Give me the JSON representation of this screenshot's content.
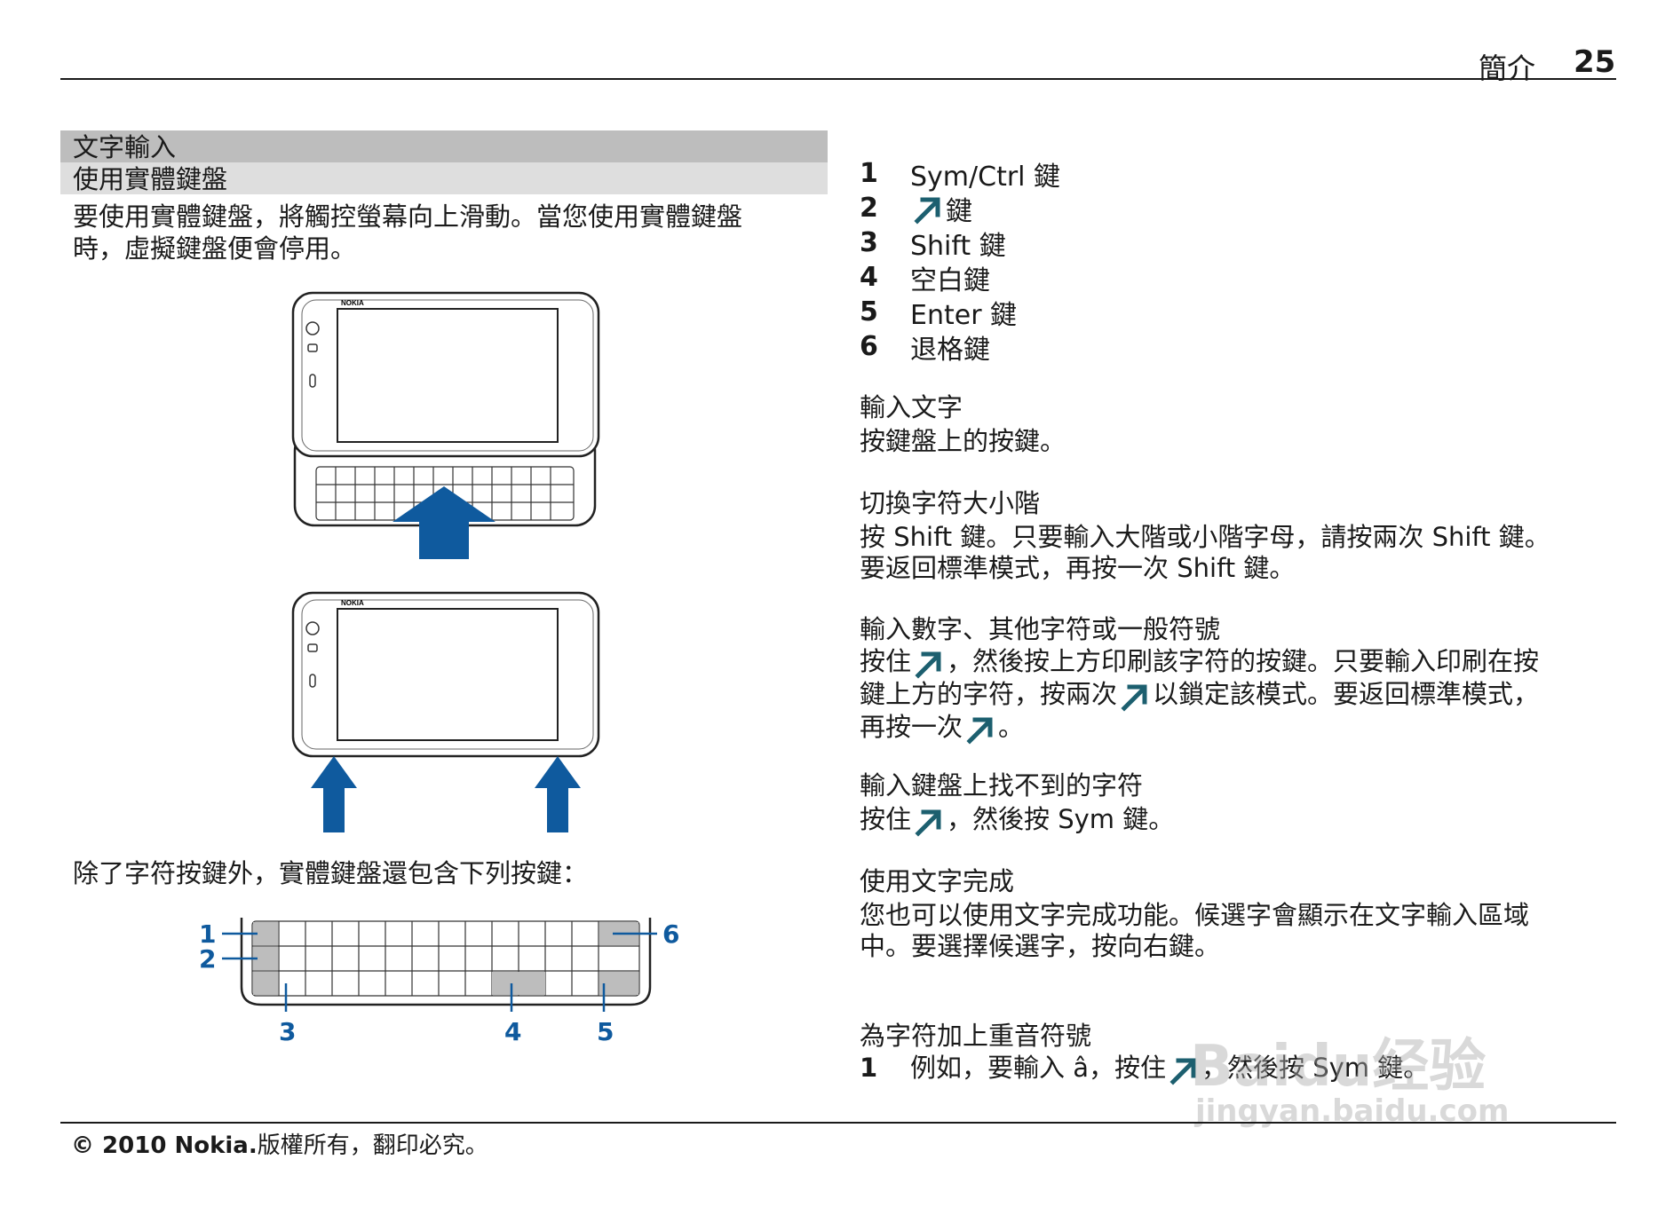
{
  "header": {
    "section": "簡介",
    "page_number": "25"
  },
  "left": {
    "section_heading": "文字輸入",
    "subheading": "使用實體鍵盤",
    "intro_line1": "要使用實體鍵盤，將觸控螢幕向上滑動。當您使用實體鍵盤",
    "intro_line2": "時，虛擬鍵盤便會停用。",
    "keyboard_intro": "除了字符按鍵外，實體鍵盤還包含下列按鍵：",
    "device_brand": "NOKIA",
    "callouts": [
      "1",
      "2",
      "3",
      "4",
      "5",
      "6"
    ]
  },
  "keys": [
    {
      "num": "1",
      "label": "Sym/Ctrl 鍵"
    },
    {
      "num": "2",
      "label": "鍵",
      "icon": "function-arrow-icon"
    },
    {
      "num": "3",
      "label": "Shift 鍵"
    },
    {
      "num": "4",
      "label": "空白鍵"
    },
    {
      "num": "5",
      "label": "Enter 鍵"
    },
    {
      "num": "6",
      "label": "退格鍵"
    }
  ],
  "sections": {
    "enter_text": {
      "title": "輸入文字",
      "body": "按鍵盤上的按鍵。"
    },
    "switch_case": {
      "title": "切換字符大小階",
      "line1": "按 Shift 鍵。只要輸入大階或小階字母，請按兩次 Shift 鍵。",
      "line2": "要返回標準模式，再按一次 Shift 鍵。"
    },
    "numbers": {
      "title": "輸入數字、其他字符或一般符號",
      "l1a": "按住",
      "l1b": "，然後按上方印刷該字符的按鍵。只要輸入印刷在按",
      "l2a": "鍵上方的字符，按兩次",
      "l2b": "以鎖定該模式。要返回標準模式，",
      "l3a": "再按一次",
      "l3b": "。"
    },
    "not_found": {
      "title": "輸入鍵盤上找不到的字符",
      "a": "按住",
      "b": "，然後按 Sym 鍵。"
    },
    "predictive": {
      "title": "使用文字完成",
      "line1": "您也可以使用文字完成功能。候選字會顯示在文字輸入區域",
      "line2": "中。要選擇候選字，按向右鍵。"
    },
    "accents": {
      "title": "為字符加上重音符號",
      "step_num": "1",
      "step_a": "例如，要輸入 â，按住",
      "step_b": "，然後按 Sym 鍵。"
    }
  },
  "footer": {
    "copyright": "© 2010 Nokia.",
    "rest": "版權所有，翻印必究。"
  },
  "watermark": {
    "brand": "Baidu经验",
    "url": "jingyan.baidu.com"
  },
  "colors": {
    "arrow_blue": "#0f5a9e",
    "icon_teal": "#1c5f6f",
    "key_gray": "#bdbdbd"
  }
}
